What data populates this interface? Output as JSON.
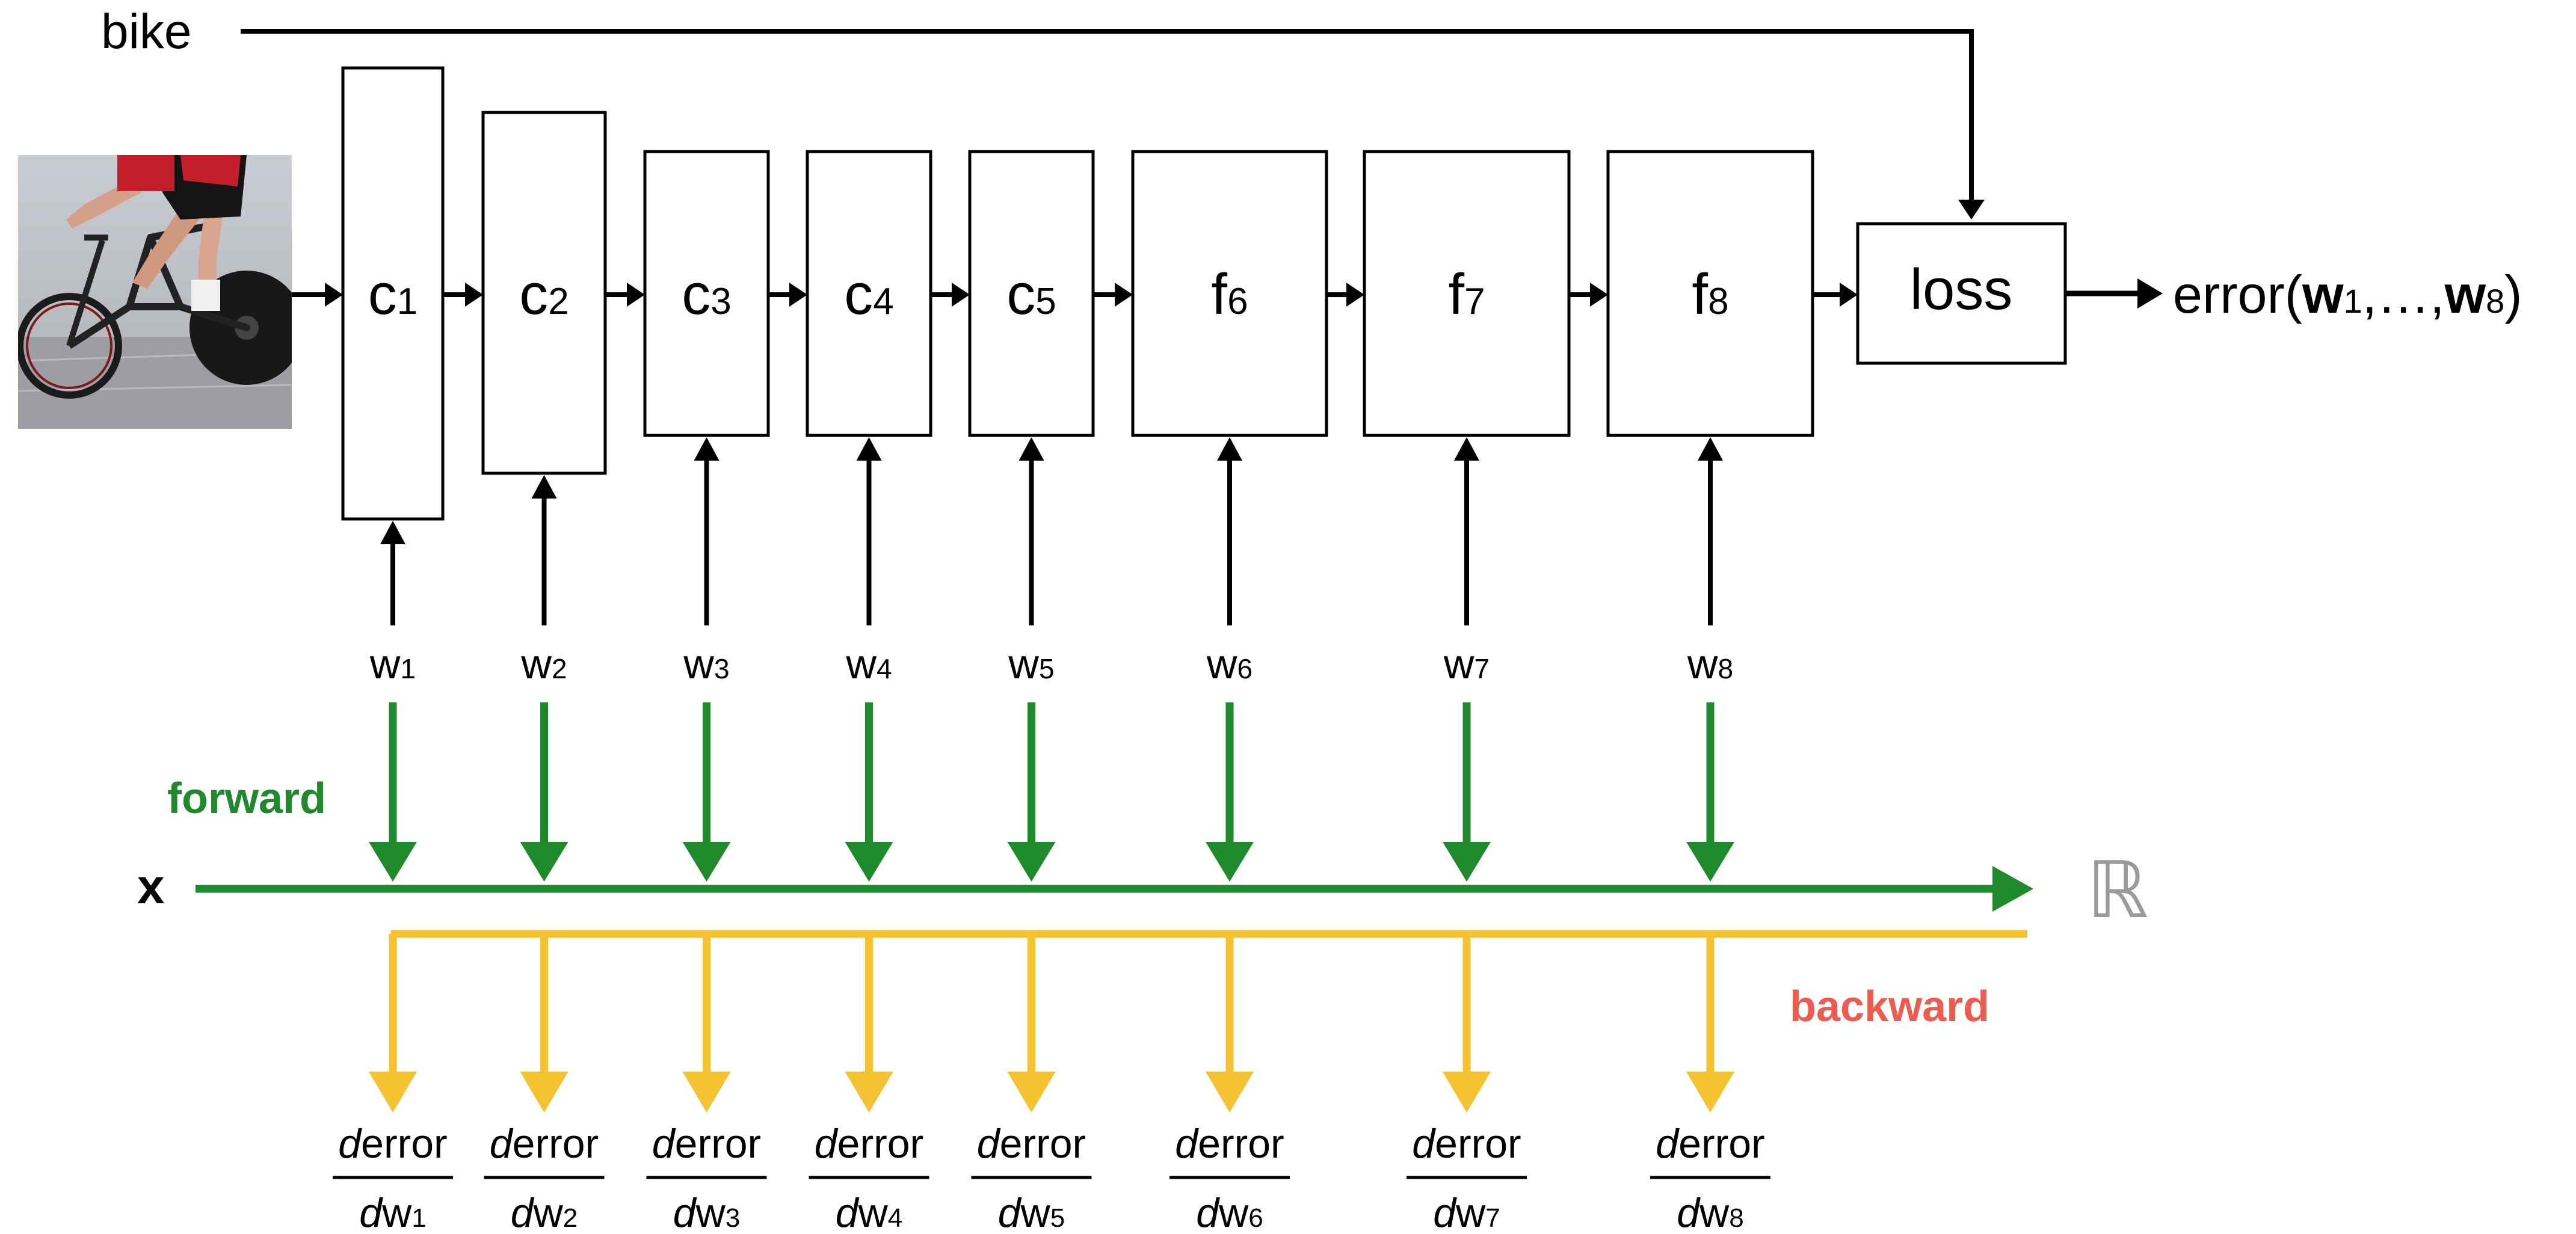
{
  "label": {
    "bike": "bike",
    "x": "x",
    "forward": "forward",
    "backward": "backward",
    "reals": "ℝ",
    "loss": "loss",
    "output": {
      "prefix": "error(",
      "w_first": "w",
      "sub_first": "1",
      "ellipsis": ",…,",
      "w_last": "w",
      "sub_last": "8",
      "suffix": ")"
    }
  },
  "layers": [
    {
      "letter": "c",
      "index": "1",
      "w": "w",
      "d": "d",
      "error": "error",
      "dw": "w"
    },
    {
      "letter": "c",
      "index": "2",
      "w": "w",
      "d": "d",
      "error": "error",
      "dw": "w"
    },
    {
      "letter": "c",
      "index": "3",
      "w": "w",
      "d": "d",
      "error": "error",
      "dw": "w"
    },
    {
      "letter": "c",
      "index": "4",
      "w": "w",
      "d": "d",
      "error": "error",
      "dw": "w"
    },
    {
      "letter": "c",
      "index": "5",
      "w": "w",
      "d": "d",
      "error": "error",
      "dw": "w"
    },
    {
      "letter": "f",
      "index": "6",
      "w": "w",
      "d": "d",
      "error": "error",
      "dw": "w"
    },
    {
      "letter": "f",
      "index": "7",
      "w": "w",
      "d": "d",
      "error": "error",
      "dw": "w"
    },
    {
      "letter": "f",
      "index": "8",
      "w": "w",
      "d": "d",
      "error": "error",
      "dw": "w"
    }
  ],
  "colors": {
    "ink": "#000000",
    "forward": "#1f8a2c",
    "backward_line": "#f5c232",
    "backward_label": "#ef5b4f",
    "reals": "#9a9a9a"
  },
  "image": {
    "subject": "cyclist on a track bicycle"
  }
}
